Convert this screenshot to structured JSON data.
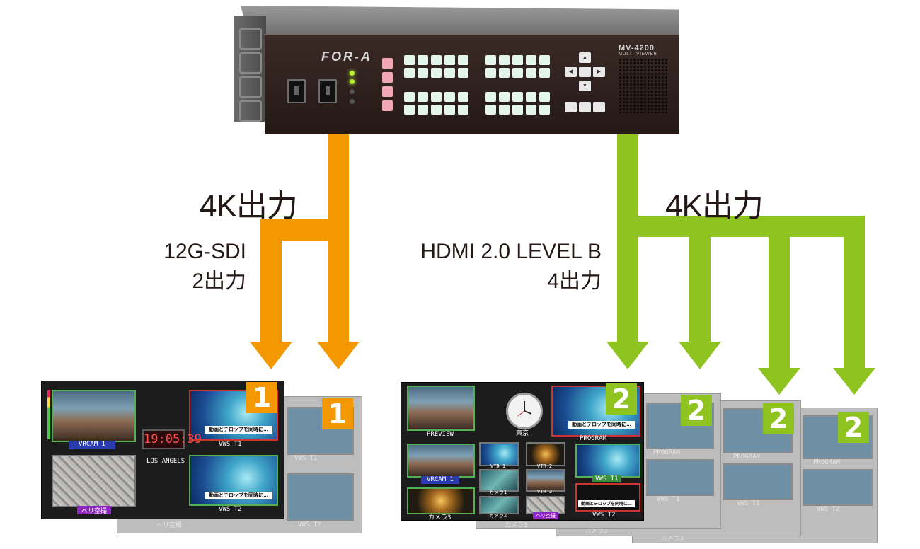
{
  "device": {
    "brand": "FOR-A",
    "model": "MV-4200",
    "model_sub": "MULTI VIEWER"
  },
  "left": {
    "output_label": "4K出力",
    "interface": "12G-SDI",
    "count": "2出力",
    "color": "#f39800",
    "badge": "1"
  },
  "right": {
    "output_label": "4K出力",
    "interface": "HDMI 2.0 LEVEL B",
    "count": "4出力",
    "color": "#8fc31f",
    "badge": "2"
  },
  "monitor1": {
    "tiles": [
      "VRCAM 1",
      "VWS T1",
      "ヘリ空撮",
      "VWS T2"
    ],
    "clock": "19:05:39",
    "clock_label": "LOS ANGELS",
    "caption": "動画とテロップを同時に…"
  },
  "monitor2": {
    "tiles": [
      "PREVIEW",
      "PROGRAM",
      "VRCAM 1",
      "VWS T1",
      "カメラ3",
      "VWS T2"
    ],
    "small_tiles": [
      "VTR 1",
      "VTR 2",
      "カメラ1",
      "VTR 3",
      "カメラ2",
      "ヘリ空撮"
    ],
    "clock_label": "東京",
    "caption": "動画とテロップを同時に…"
  },
  "back_monitors": {
    "left_caption": "ヘリ空撮",
    "right_labels": [
      "PROGRAM",
      "VWS T1",
      "VWS T2",
      "カメラ3"
    ]
  }
}
